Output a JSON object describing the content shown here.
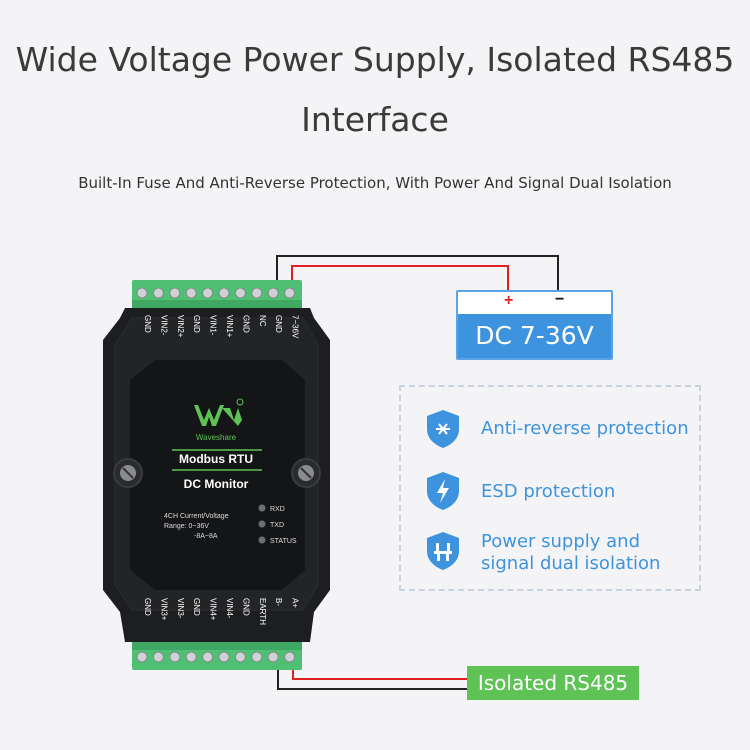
{
  "header": {
    "title_line1": "Wide Voltage Power Supply, Isolated RS485",
    "title_line2": "Interface",
    "subtitle": "Built-In Fuse And Anti-Reverse Protection, With Power And Signal Dual Isolation"
  },
  "device": {
    "brand": "Waveshare",
    "model_line1": "Modbus RTU",
    "model_line2": "DC Monitor",
    "spec_line1": "4CH Current/Voltage",
    "spec_line2": "Range:  0~36V",
    "spec_line3": "-8A~8A",
    "led_rxd": "RXD",
    "led_txd": "TXD",
    "led_status": "STATUS",
    "top_pins": [
      "GND",
      "VIN2-",
      "VIN2+",
      "GND",
      "VIN1-",
      "VIN1+",
      "GND",
      "NC",
      "GND",
      "7~36V"
    ],
    "bottom_pins": [
      "GND",
      "VIN3+",
      "VIN3-",
      "GND",
      "VIN4+",
      "VIN4-",
      "GND",
      "EARTH",
      "B-",
      "A+"
    ]
  },
  "power": {
    "plus": "+",
    "minus": "−",
    "label": "DC 7-36V"
  },
  "features": [
    {
      "icon": "shield-x-icon",
      "text": "Anti-reverse protection"
    },
    {
      "icon": "shield-bolt-icon",
      "text": "ESD protection"
    },
    {
      "icon": "shield-plug-icon",
      "text_line1": "Power supply and",
      "text_line2": "signal dual isolation"
    }
  ],
  "rs485": {
    "label": "Isolated RS485"
  },
  "colors": {
    "accent_blue": "#3e93de",
    "rs485_green": "#5ec255",
    "wire_red": "#e02020",
    "device_body": "#1d1e20",
    "terminal_green": "#4fbf74"
  }
}
